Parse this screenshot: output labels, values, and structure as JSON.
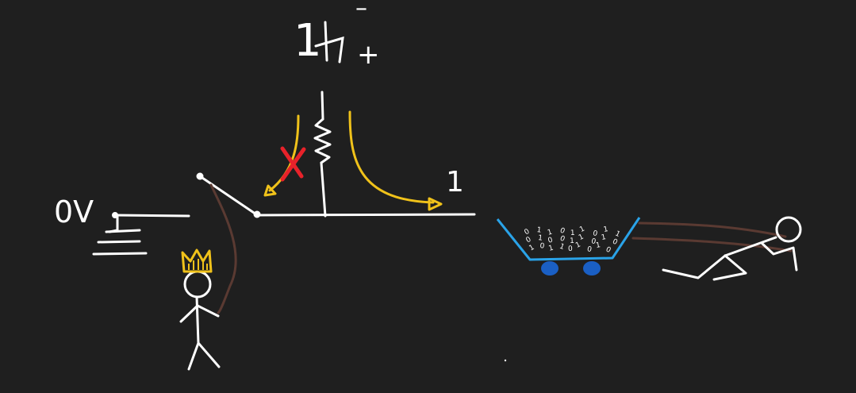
{
  "colors": {
    "background": "#1f1f1f",
    "ink": "#ffffff",
    "arrow": "#f0c21a",
    "cross": "#e8222a",
    "crown": "#f0c21a",
    "rope": "#5a3a32",
    "cart": "#2aa3e8",
    "wheels": "#1a5fc4"
  },
  "labels": {
    "ground_voltage": "0V",
    "supply_one": "1",
    "supply_minus": "–",
    "supply_plus": "+",
    "output_one": "1"
  },
  "cart": {
    "bits": [
      "0",
      "1",
      "1",
      "0",
      "1",
      "1",
      "0",
      "1",
      "1",
      "0",
      "1",
      "0",
      "0",
      "1",
      "1",
      "0",
      "1",
      "0",
      "1",
      "0",
      "1",
      "1",
      "0",
      "1",
      "0",
      "1",
      "0"
    ]
  }
}
